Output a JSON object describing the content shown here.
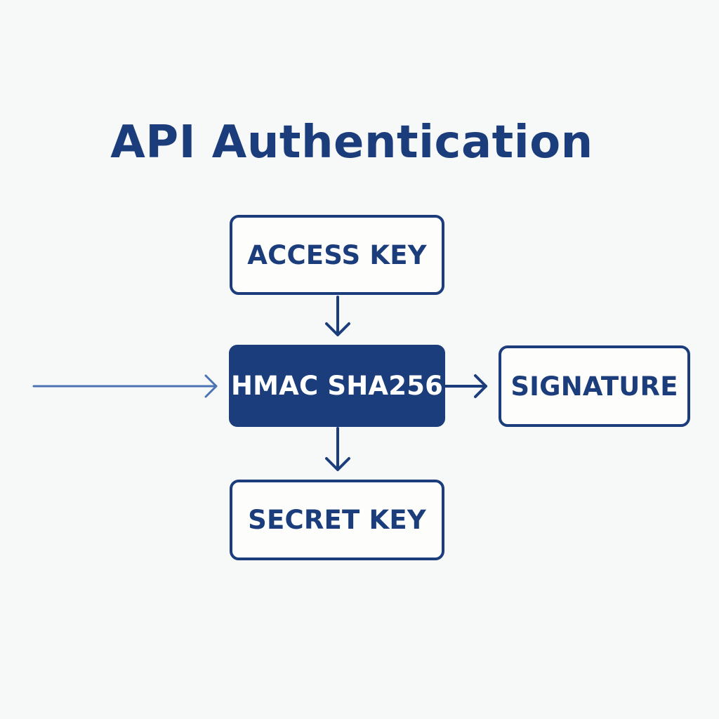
{
  "title": "API Authentication",
  "nodes": {
    "access_key": "ACCESS KEY",
    "hmac": "HMAC SHA256",
    "signature": "SIGNATURE",
    "secret_key": "SECRET KEY"
  },
  "colors": {
    "background": "#f7f8f8",
    "primary": "#1b3d7b",
    "box_fill": "#fdfdfb",
    "hmac_text": "#ffffff",
    "input_arrow": "#4c73b4"
  }
}
